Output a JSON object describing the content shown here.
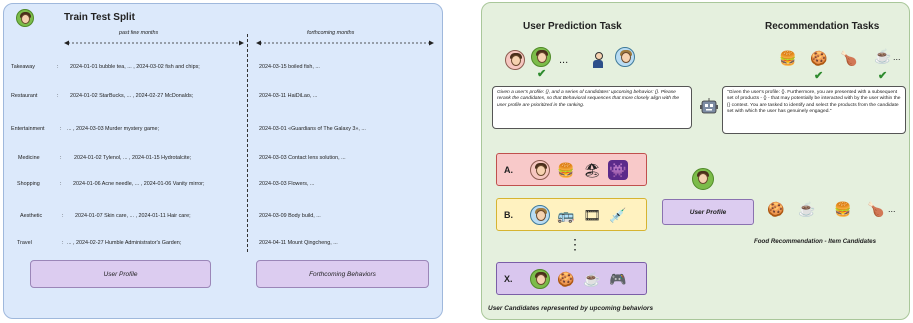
{
  "left": {
    "title": "Train Test Split",
    "col_past": "past few months",
    "col_future": "forthcoming months",
    "rows": [
      {
        "category": "Takeaway",
        "sep": ":",
        "past": "2024-01-01 bubble tea, ... , 2024-03-02 fish and chips;",
        "future": "2024-03-15 boiled fish, ..."
      },
      {
        "category": "Restaurant",
        "sep": ":",
        "past": "2024-01-02 StarBucks, ... , 2024-02-27 McDonalds;",
        "future": "2024-03-11 HaiDiLao, ..."
      },
      {
        "category": "Entertainment",
        "sep": ":",
        "past": "... , 2024-03-03 Murder mystery game;",
        "future": "2024-03-01 «Guardians of The Galaxy 3», ..."
      },
      {
        "category": "Medicine",
        "sep": ":",
        "past": "2024-01-02 Tylenol, ... , 2024-01-15 Hydrotalcite;",
        "future": "2024-03-03 Contact lens solution, ..."
      },
      {
        "category": "Shopping",
        "sep": ":",
        "past": "2024-01-06 Acne needle, ... , 2024-01-06 Vanity mirror;",
        "future": "2024-03-03 Flowers, ..."
      },
      {
        "category": "Aesthetic",
        "sep": ":",
        "past": "2024-01-07 Skin care, ... , 2024-01-11 Hair care;",
        "future": "2024-03-09 Body build, ..."
      },
      {
        "category": "Travel",
        "sep": ":",
        "past": "... , 2024-02-27 Humble Administrator's Garden;",
        "future": "2024-04-11 Mount Qingcheng, ..."
      }
    ],
    "box_profile": "User Profile",
    "box_behaviors": "Forthcoming Behaviors"
  },
  "right": {
    "title_prediction": "User Prediction Task",
    "title_recommendation": "Recommendation Tasks",
    "ellipsis": "...",
    "prompt_prediction": "Given a user's profile: {}, and a series of candidates' upcoming behavior: {}. Please rerank the candidates, so that Behavioral sequences that more closely align with the user profile are prioritized in the ranking.",
    "prompt_recommendation": "\"Given the user's profile: {}. Furthermore, you are presented with a subsequent set of products - {} - that may potentially be interacted with by the user within the {} context. You are tasked to identify and select the products from the candidate set with which the user has genuinely engaged.\"",
    "candidates": [
      {
        "label": "A.",
        "bg": "#f8c9c9",
        "border": "#c0504d"
      },
      {
        "label": "B.",
        "bg": "#fff2c0",
        "border": "#d6b431"
      },
      {
        "label": "X.",
        "bg": "#d9c6ee",
        "border": "#7b5ea7"
      }
    ],
    "vertical_dots": "⋮",
    "user_profile_box": "User Profile",
    "food_label": "Food Recommendation - Item Candidates",
    "footer": "User Candidates represented by upcoming behaviors"
  }
}
